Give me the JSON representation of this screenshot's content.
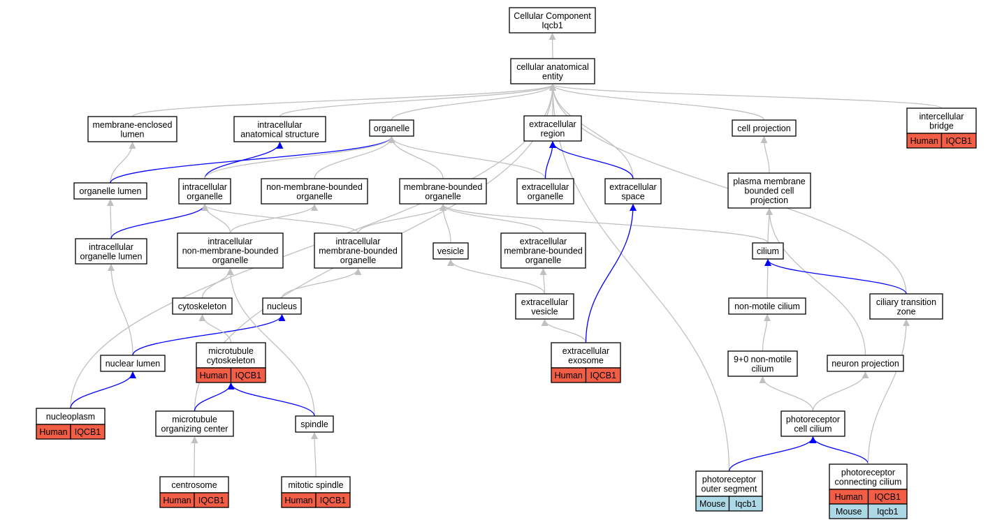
{
  "colors": {
    "gray_edge": "#c0c0c0",
    "blue_edge": "#0000ff",
    "human_fill": "#f15d45",
    "mouse_fill": "#add8e6"
  },
  "nodes": [
    {
      "id": "root",
      "lines": [
        "Cellular Component",
        "Iqcb1"
      ]
    },
    {
      "id": "cae",
      "lines": [
        "cellular anatomical",
        "entity"
      ]
    },
    {
      "id": "mel",
      "lines": [
        "membrane-enclosed",
        "lumen"
      ]
    },
    {
      "id": "ias",
      "lines": [
        "intracellular",
        "anatomical structure"
      ]
    },
    {
      "id": "org",
      "lines": [
        "organelle"
      ]
    },
    {
      "id": "exr",
      "lines": [
        "extracellular",
        "region"
      ]
    },
    {
      "id": "cpj",
      "lines": [
        "cell projection"
      ]
    },
    {
      "id": "icb",
      "lines": [
        "intercellular",
        "bridge"
      ],
      "ann": [
        [
          "Human",
          "IQCB1"
        ]
      ]
    },
    {
      "id": "orl",
      "lines": [
        "organelle lumen"
      ]
    },
    {
      "id": "ico",
      "lines": [
        "intracellular",
        "organelle"
      ]
    },
    {
      "id": "nmbo",
      "lines": [
        "non-membrane-bounded",
        "organelle"
      ]
    },
    {
      "id": "mbo",
      "lines": [
        "membrane-bounded",
        "organelle"
      ]
    },
    {
      "id": "exo",
      "lines": [
        "extracellular",
        "organelle"
      ]
    },
    {
      "id": "exs",
      "lines": [
        "extracellular",
        "space"
      ]
    },
    {
      "id": "pmbcp",
      "lines": [
        "plasma membrane",
        "bounded cell",
        "projection"
      ]
    },
    {
      "id": "iol",
      "lines": [
        "intracellular",
        "organelle lumen"
      ]
    },
    {
      "id": "inmbo",
      "lines": [
        "intracellular",
        "non-membrane-bounded",
        "organelle"
      ]
    },
    {
      "id": "imbo",
      "lines": [
        "intracellular",
        "membrane-bounded",
        "organelle"
      ]
    },
    {
      "id": "ves",
      "lines": [
        "vesicle"
      ]
    },
    {
      "id": "embo",
      "lines": [
        "extracellular",
        "membrane-bounded",
        "organelle"
      ]
    },
    {
      "id": "cil",
      "lines": [
        "cilium"
      ]
    },
    {
      "id": "cyt",
      "lines": [
        "cytoskeleton"
      ]
    },
    {
      "id": "nuc",
      "lines": [
        "nucleus"
      ]
    },
    {
      "id": "exv",
      "lines": [
        "extracellular",
        "vesicle"
      ]
    },
    {
      "id": "nmc",
      "lines": [
        "non-motile cilium"
      ]
    },
    {
      "id": "ctz",
      "lines": [
        "ciliary transition",
        "zone"
      ]
    },
    {
      "id": "nul",
      "lines": [
        "nuclear lumen"
      ]
    },
    {
      "id": "mtc",
      "lines": [
        "microtubule",
        "cytoskeleton"
      ],
      "ann": [
        [
          "Human",
          "IQCB1"
        ]
      ]
    },
    {
      "id": "exe",
      "lines": [
        "extracellular",
        "exosome"
      ],
      "ann": [
        [
          "Human",
          "IQCB1"
        ]
      ]
    },
    {
      "id": "n90",
      "lines": [
        "9+0 non-motile",
        "cilium"
      ]
    },
    {
      "id": "npj",
      "lines": [
        "neuron projection"
      ]
    },
    {
      "id": "nup",
      "lines": [
        "nucleoplasm"
      ],
      "ann": [
        [
          "Human",
          "IQCB1"
        ]
      ]
    },
    {
      "id": "mtoc",
      "lines": [
        "microtubule",
        "organizing center"
      ]
    },
    {
      "id": "spi",
      "lines": [
        "spindle"
      ]
    },
    {
      "id": "pcc",
      "lines": [
        "photoreceptor",
        "cell cilium"
      ]
    },
    {
      "id": "cen",
      "lines": [
        "centrosome"
      ],
      "ann": [
        [
          "Human",
          "IQCB1"
        ]
      ]
    },
    {
      "id": "msp",
      "lines": [
        "mitotic spindle"
      ],
      "ann": [
        [
          "Human",
          "IQCB1"
        ]
      ]
    },
    {
      "id": "pos",
      "lines": [
        "photoreceptor",
        "outer segment"
      ],
      "ann": [
        [
          "Mouse",
          "Iqcb1"
        ]
      ]
    },
    {
      "id": "pcci",
      "lines": [
        "photoreceptor",
        "connecting cilium"
      ],
      "ann": [
        [
          "Human",
          "IQCB1"
        ],
        [
          "Mouse",
          "Iqcb1"
        ]
      ]
    }
  ],
  "edges": [
    {
      "from": "cae",
      "to": "root",
      "kind": "gray"
    },
    {
      "from": "mel",
      "to": "cae",
      "kind": "gray"
    },
    {
      "from": "ias",
      "to": "cae",
      "kind": "gray"
    },
    {
      "from": "org",
      "to": "cae",
      "kind": "gray"
    },
    {
      "from": "exr",
      "to": "cae",
      "kind": "gray"
    },
    {
      "from": "exs",
      "to": "cae",
      "kind": "gray"
    },
    {
      "from": "cpj",
      "to": "cae",
      "kind": "gray"
    },
    {
      "from": "icb",
      "to": "cae",
      "kind": "gray"
    },
    {
      "from": "ctz",
      "to": "cae",
      "kind": "gray"
    },
    {
      "from": "pos",
      "to": "cae",
      "kind": "gray"
    },
    {
      "from": "nup",
      "to": "cae",
      "kind": "gray"
    },
    {
      "from": "mtoc",
      "to": "cae",
      "kind": "gray"
    },
    {
      "from": "orl",
      "to": "mel",
      "kind": "gray"
    },
    {
      "from": "orl",
      "to": "org",
      "kind": "blue"
    },
    {
      "from": "ico",
      "to": "ias",
      "kind": "blue"
    },
    {
      "from": "ico",
      "to": "org",
      "kind": "gray"
    },
    {
      "from": "nmbo",
      "to": "org",
      "kind": "gray"
    },
    {
      "from": "mbo",
      "to": "org",
      "kind": "gray"
    },
    {
      "from": "exo",
      "to": "org",
      "kind": "gray"
    },
    {
      "from": "exo",
      "to": "exr",
      "kind": "blue"
    },
    {
      "from": "exs",
      "to": "exr",
      "kind": "blue"
    },
    {
      "from": "pmbcp",
      "to": "cpj",
      "kind": "gray"
    },
    {
      "from": "iol",
      "to": "orl",
      "kind": "gray"
    },
    {
      "from": "iol",
      "to": "ico",
      "kind": "blue"
    },
    {
      "from": "inmbo",
      "to": "ico",
      "kind": "gray"
    },
    {
      "from": "inmbo",
      "to": "nmbo",
      "kind": "gray"
    },
    {
      "from": "imbo",
      "to": "ico",
      "kind": "gray"
    },
    {
      "from": "imbo",
      "to": "mbo",
      "kind": "gray"
    },
    {
      "from": "ves",
      "to": "mbo",
      "kind": "gray"
    },
    {
      "from": "embo",
      "to": "mbo",
      "kind": "gray"
    },
    {
      "from": "cil",
      "to": "mbo",
      "kind": "gray"
    },
    {
      "from": "cil",
      "to": "pmbcp",
      "kind": "gray"
    },
    {
      "from": "npj",
      "to": "pmbcp",
      "kind": "gray"
    },
    {
      "from": "nul",
      "to": "iol",
      "kind": "gray"
    },
    {
      "from": "nul",
      "to": "nuc",
      "kind": "blue"
    },
    {
      "from": "cyt",
      "to": "inmbo",
      "kind": "gray"
    },
    {
      "from": "spi",
      "to": "inmbo",
      "kind": "gray"
    },
    {
      "from": "nuc",
      "to": "imbo",
      "kind": "gray"
    },
    {
      "from": "exv",
      "to": "ves",
      "kind": "gray"
    },
    {
      "from": "exv",
      "to": "embo",
      "kind": "gray"
    },
    {
      "from": "nmc",
      "to": "cil",
      "kind": "gray"
    },
    {
      "from": "ctz",
      "to": "cil",
      "kind": "blue"
    },
    {
      "from": "mtc",
      "to": "cyt",
      "kind": "gray"
    },
    {
      "from": "exe",
      "to": "exv",
      "kind": "gray"
    },
    {
      "from": "exe",
      "to": "exs",
      "kind": "blue"
    },
    {
      "from": "n90",
      "to": "nmc",
      "kind": "gray"
    },
    {
      "from": "nup",
      "to": "nul",
      "kind": "blue"
    },
    {
      "from": "mtoc",
      "to": "mtc",
      "kind": "blue"
    },
    {
      "from": "spi",
      "to": "mtc",
      "kind": "blue"
    },
    {
      "from": "cen",
      "to": "mtoc",
      "kind": "gray"
    },
    {
      "from": "msp",
      "to": "spi",
      "kind": "gray"
    },
    {
      "from": "pcc",
      "to": "n90",
      "kind": "gray"
    },
    {
      "from": "pcc",
      "to": "npj",
      "kind": "gray"
    },
    {
      "from": "pos",
      "to": "pcc",
      "kind": "blue"
    },
    {
      "from": "pcci",
      "to": "pcc",
      "kind": "blue"
    },
    {
      "from": "pcci",
      "to": "ctz",
      "kind": "gray"
    }
  ]
}
